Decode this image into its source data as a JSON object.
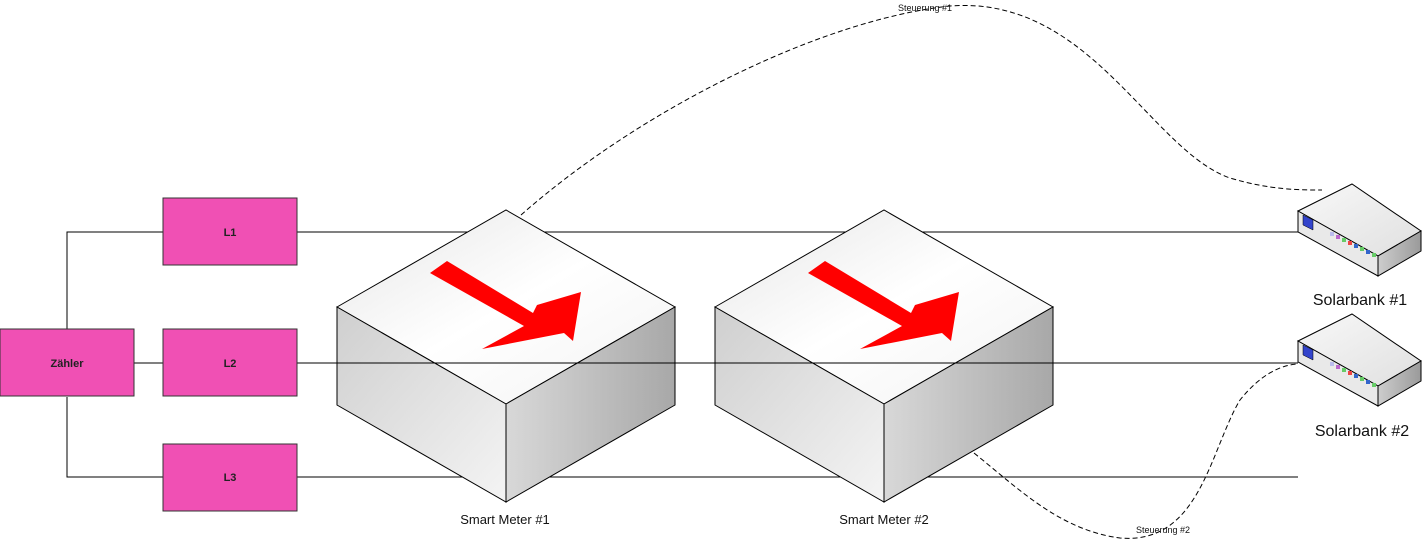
{
  "meter_box": {
    "label": "Zähler",
    "color": "#f050b4"
  },
  "phases": [
    {
      "id": "l1",
      "label": "L1"
    },
    {
      "id": "l2",
      "label": "L2"
    },
    {
      "id": "l3",
      "label": "L3"
    }
  ],
  "smart_meters": [
    {
      "id": "sm1",
      "label": "Smart Meter #1"
    },
    {
      "id": "sm2",
      "label": "Smart Meter #2"
    }
  ],
  "solarbanks": [
    {
      "id": "sb1",
      "label": "Solarbank #1"
    },
    {
      "id": "sb2",
      "label": "Solarbank #2"
    }
  ],
  "control_links": [
    {
      "id": "c1",
      "label": "Steuerung #1"
    },
    {
      "id": "c2",
      "label": "Steuerung #2"
    }
  ],
  "colors": {
    "phase_box": "#f050b4",
    "arrow": "#ff0000",
    "line": "#000000"
  }
}
